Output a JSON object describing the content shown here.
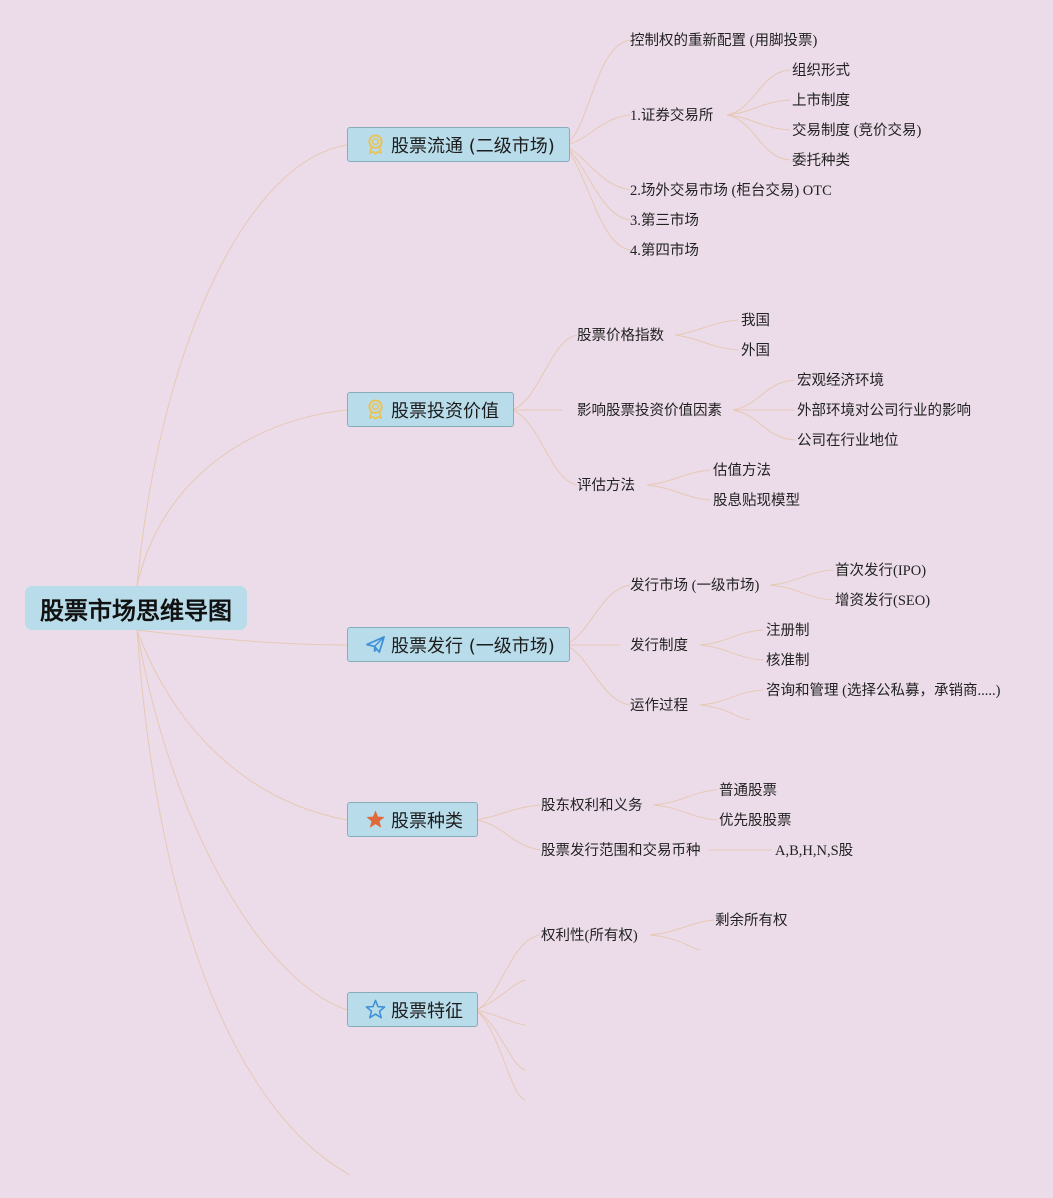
{
  "root": {
    "label": "股票市场思维导图"
  },
  "branches": [
    {
      "label": "股票流通 (二级市场)",
      "icon": "award-ribbon-icon",
      "children": [
        {
          "label": "控制权的重新配置 (用脚投票)"
        },
        {
          "label": "1.证券交易所",
          "children": [
            "组织形式",
            "上市制度",
            "交易制度 (竞价交易)",
            "委托种类"
          ]
        },
        {
          "label": "2.场外交易市场 (柜台交易) OTC"
        },
        {
          "label": "3.第三市场"
        },
        {
          "label": "4.第四市场"
        }
      ]
    },
    {
      "label": "股票投资价值",
      "icon": "award-ribbon-icon",
      "children": [
        {
          "label": "股票价格指数",
          "children": [
            "我国",
            "外国"
          ]
        },
        {
          "label": "影响股票投资价值因素",
          "children": [
            "宏观经济环境",
            "外部环境对公司行业的影响",
            "公司在行业地位"
          ]
        },
        {
          "label": "评估方法",
          "children": [
            "估值方法",
            "股息贴现模型"
          ]
        }
      ]
    },
    {
      "label": "股票发行 (一级市场)",
      "icon": "paper-plane-icon",
      "children": [
        {
          "label": "发行市场 (一级市场)",
          "children": [
            "首次发行(IPO)",
            "增资发行(SEO)"
          ]
        },
        {
          "label": "发行制度",
          "children": [
            "注册制",
            "核准制"
          ]
        },
        {
          "label": "运作过程",
          "children": [
            "咨询和管理 (选择公私募，承销商.....)"
          ]
        }
      ]
    },
    {
      "label": "股票种类",
      "icon": "star-filled-icon",
      "children": [
        {
          "label": "股东权利和义务",
          "children": [
            "普通股票",
            "优先股股票"
          ]
        },
        {
          "label": "股票发行范围和交易币种",
          "children": [
            "A,B,H,N,S股"
          ]
        }
      ]
    },
    {
      "label": "股票特征",
      "icon": "star-outline-icon",
      "children": [
        {
          "label": "权利性(所有权)",
          "children": [
            "剩余所有权"
          ]
        }
      ]
    }
  ],
  "colors": {
    "background": "#ecdcea",
    "node_fill": "#b9dcea",
    "node_border": "#86aeba",
    "connector": "#e6c9b4",
    "award_icon": "#e8c35a",
    "plane_icon": "#3d8fd6",
    "star_filled_icon": "#e0683a",
    "star_outline_icon": "#3d8fd6"
  }
}
